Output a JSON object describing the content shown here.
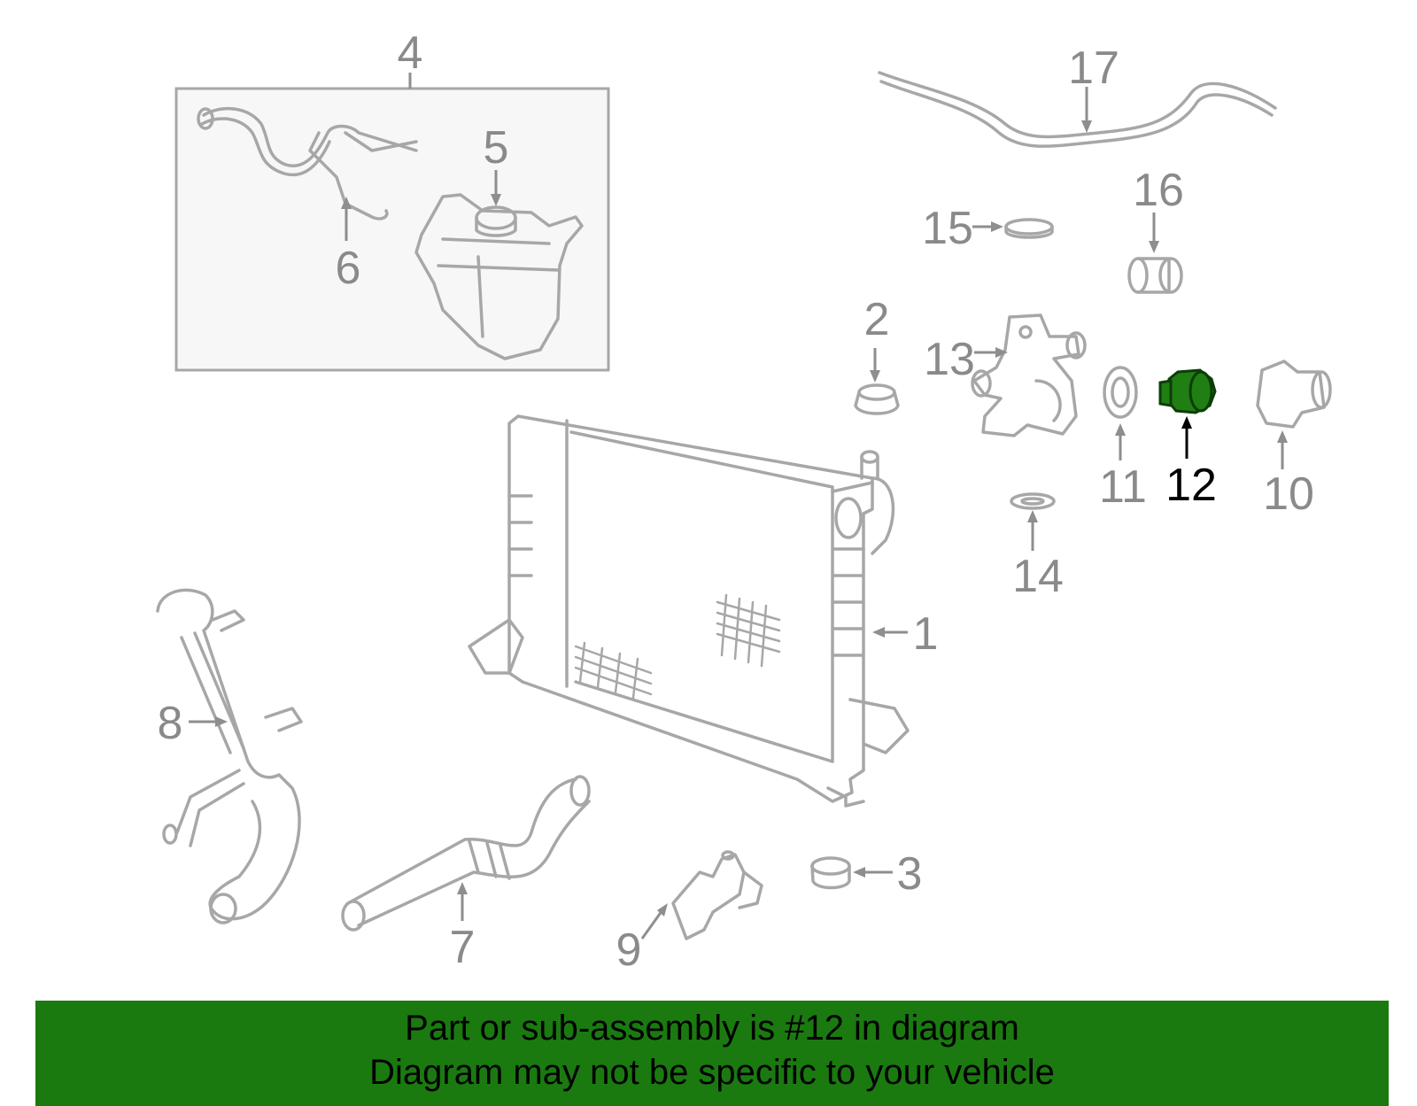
{
  "callouts": [
    "1",
    "2",
    "3",
    "4",
    "5",
    "6",
    "7",
    "8",
    "9",
    "10",
    "11",
    "12",
    "13",
    "14",
    "15",
    "16",
    "17"
  ],
  "highlighted_part": "12",
  "colors": {
    "highlight_part": "#1f7f12",
    "banner_background": "#1a7a10",
    "part_lines": "#a7a7a7",
    "label_gray": "#8a8a8a"
  },
  "banner": {
    "line1": "Part or sub-assembly is #12 in diagram",
    "line2": "Diagram may not be specific to your vehicle"
  }
}
